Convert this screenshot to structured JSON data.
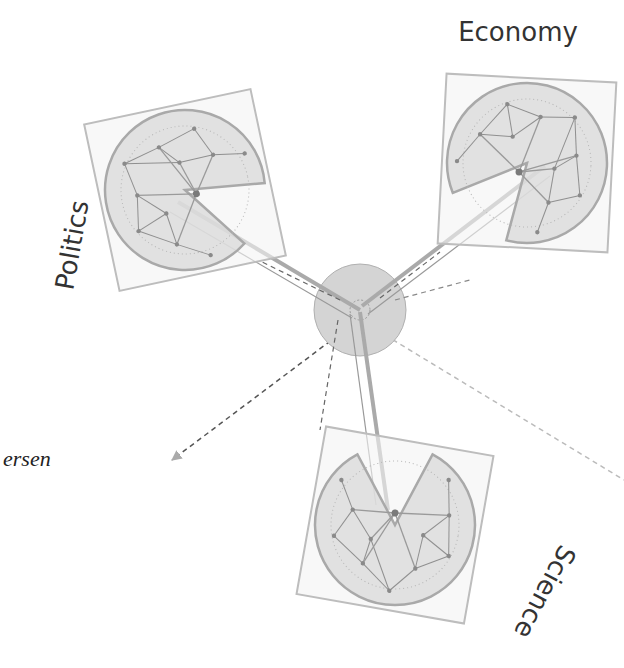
{
  "diagram": {
    "nodes": [
      {
        "text": [
          "Politics"
        ]
      },
      {
        "text": [
          "Economy"
        ]
      },
      {
        "text": [
          "Science"
        ]
      }
    ],
    "labels": [
      "ersen"
    ]
  }
}
